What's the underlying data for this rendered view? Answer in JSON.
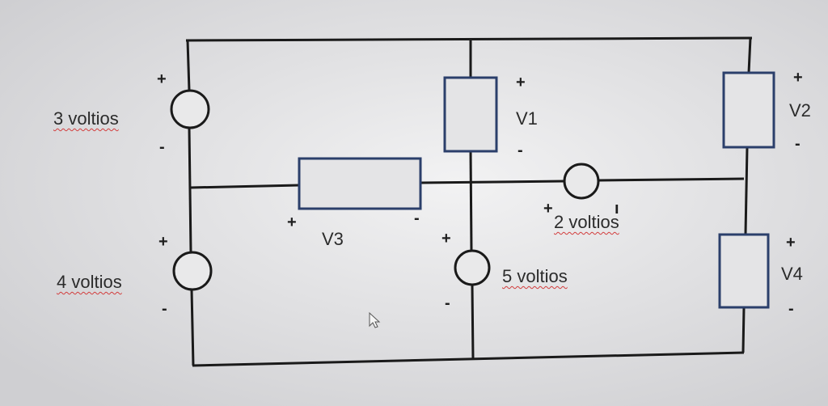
{
  "diagram": {
    "sources": {
      "s3": {
        "label": "3 voltios",
        "plus": "+",
        "minus": "-"
      },
      "s4": {
        "label": "4 voltios",
        "plus": "+",
        "minus": "-"
      },
      "s5": {
        "label": "5 voltios",
        "plus": "+",
        "minus": "-"
      },
      "s2": {
        "label": "2 voltios",
        "plus": "+",
        "minus": "ı"
      }
    },
    "resistors": {
      "v1": {
        "label": "V1",
        "plus": "+",
        "minus": "-"
      },
      "v2": {
        "label": "V2",
        "plus": "+",
        "minus": "-"
      },
      "v3": {
        "label": "V3",
        "plus": "+",
        "minus": "-"
      },
      "v4": {
        "label": "V4",
        "plus": "+",
        "minus": "-"
      }
    },
    "colors": {
      "wire": "#1a1a1a",
      "element_outline": "#2b3f6b",
      "spellcheck": "#d23c3c"
    }
  }
}
